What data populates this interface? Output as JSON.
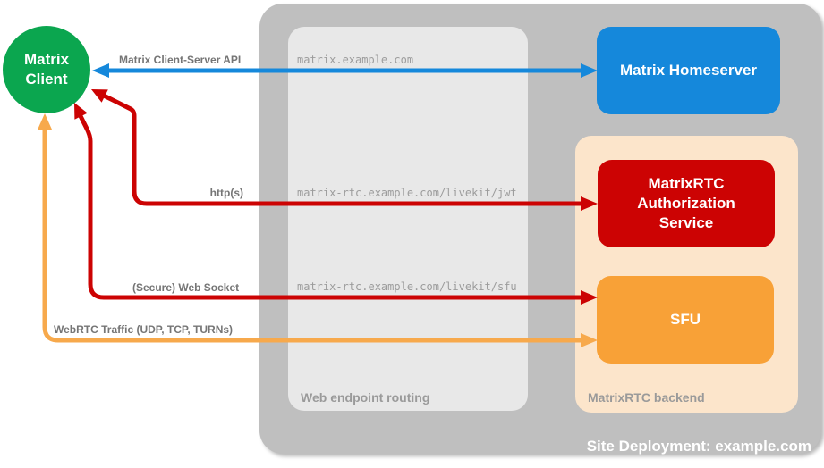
{
  "palette": {
    "green": "#0BA64F",
    "blue": "#1588DB",
    "red": "#CC0303",
    "orange_box": "#F8A137",
    "orange_arrow": "#F7A94C",
    "outer_gray": "#BFBFBF",
    "inner_gray": "#E8E8E8",
    "peach": "#FCE5CB"
  },
  "nodes": {
    "client": "Matrix Client",
    "homeserver": "Matrix Homeserver",
    "auth_service": "MatrixRTC Authorization Service",
    "sfu": "SFU"
  },
  "containers": {
    "routing_label": "Web endpoint routing",
    "backend_label": "MatrixRTC backend",
    "site_label": "Site Deployment: example.com"
  },
  "connections": [
    {
      "label": "Matrix Client-Server API",
      "endpoint": "matrix.example.com"
    },
    {
      "label": "http(s)",
      "endpoint": "matrix-rtc.example.com/livekit/jwt"
    },
    {
      "label": "(Secure) Web Socket",
      "endpoint": "matrix-rtc.example.com/livekit/sfu"
    },
    {
      "label": "WebRTC Traffic (UDP, TCP, TURNs)",
      "endpoint": ""
    }
  ]
}
